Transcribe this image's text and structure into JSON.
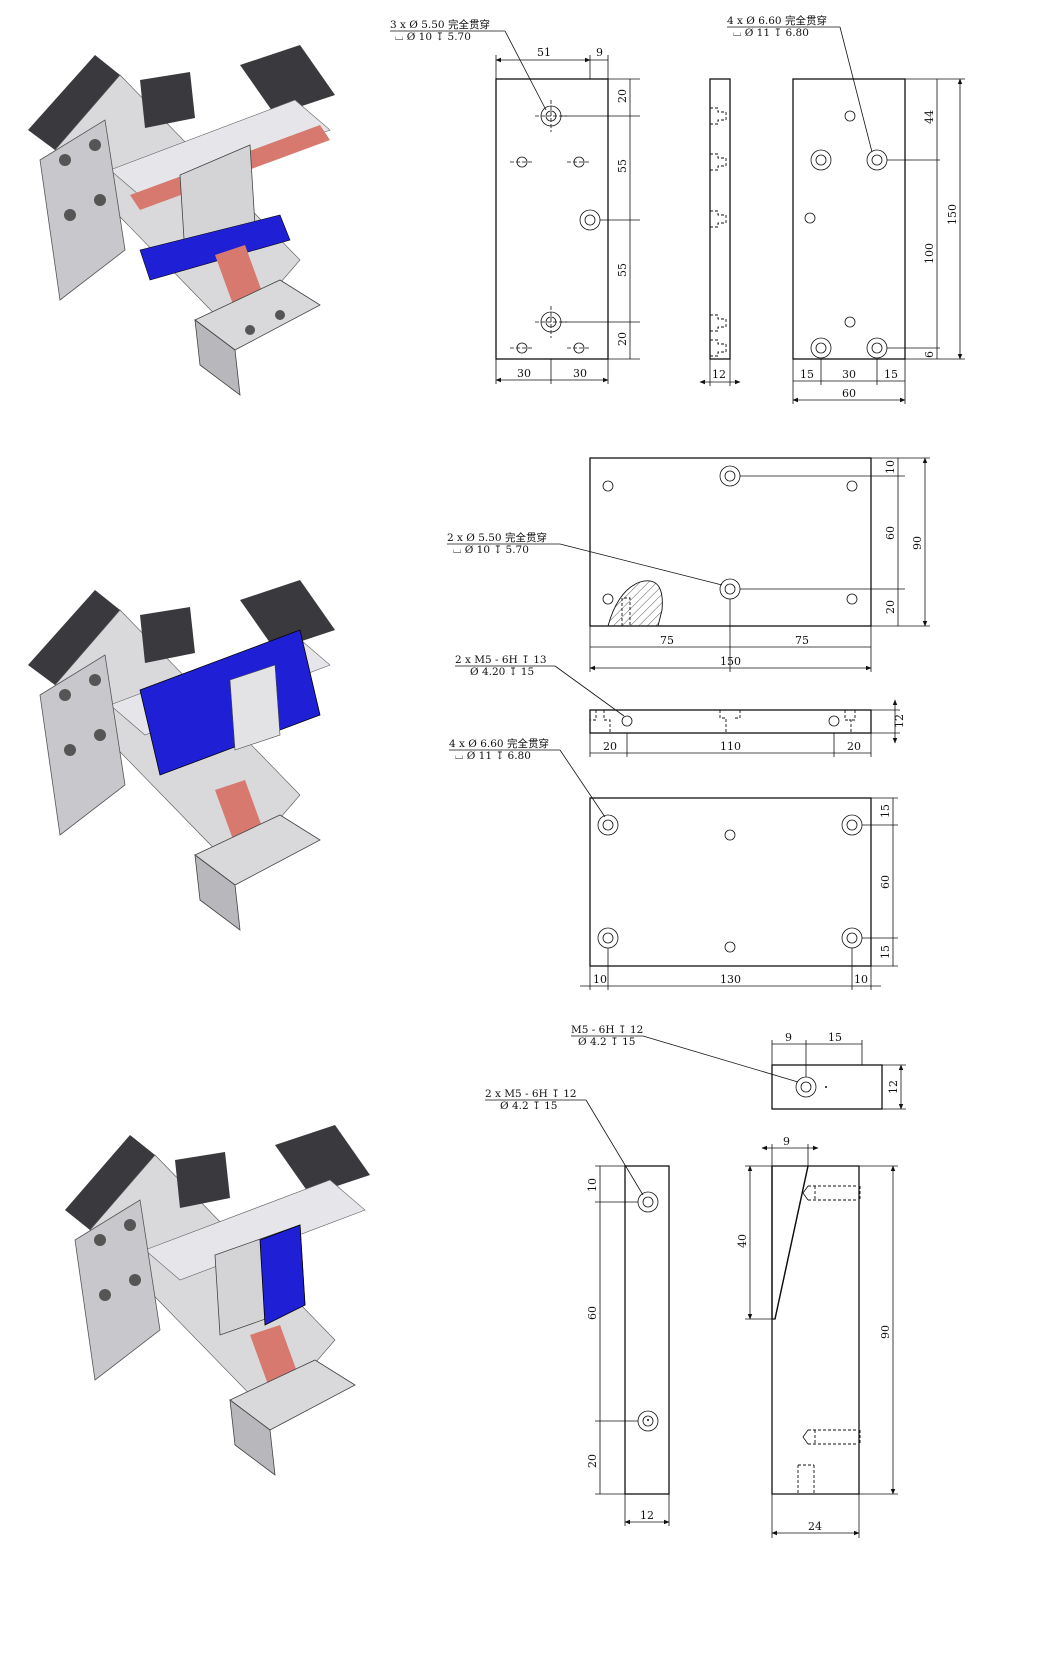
{
  "colors": {
    "line": "#111111",
    "part_highlight": "#1f1fd6",
    "plate_gray": "#c8c8cc",
    "frame_dark": "#3a3a3e",
    "rod_red": "#d8796f",
    "rod_white": "#e6e6ea"
  },
  "icons": {
    "depth": "depth-symbol-icon",
    "counterbore": "counterbore-symbol-icon",
    "diameter": "diameter-symbol-icon"
  },
  "part1": {
    "note_front": {
      "line1": "3 x Ø 5.50 完全贯穿",
      "line2": "⌴ Ø 10 ↧ 5.70"
    },
    "note_back": {
      "line1": "4 x Ø 6.60 完全贯穿",
      "line2": "⌴ Ø 11 ↧ 6.80"
    },
    "dims": {
      "top_51": "51",
      "top_9": "9",
      "right_20a": "20",
      "right_55a": "55",
      "right_55b": "55",
      "right_20b": "20",
      "bottom_30a": "30",
      "bottom_30b": "30",
      "side_12": "12",
      "back_44": "44",
      "back_100": "100",
      "back_6": "6",
      "back_150": "150",
      "back_15a": "15",
      "back_30": "30",
      "back_15b": "15",
      "back_60": "60"
    }
  },
  "part2": {
    "note_top": {
      "line1": "2 x Ø 5.50 完全贯穿",
      "line2": "⌴ Ø 10 ↧ 5.70"
    },
    "note_side": {
      "line1": "2 x M5 - 6H ↧ 13",
      "line2": "Ø 4.20 ↧ 15"
    },
    "note_bottom": {
      "line1": "4 x Ø 6.60 完全贯穿",
      "line2": "⌴ Ø 11 ↧ 6.80"
    },
    "dims": {
      "top_10": "10",
      "top_60": "60",
      "top_20": "20",
      "top_90": "90",
      "top_75a": "75",
      "top_75b": "75",
      "top_150": "150",
      "side_20a": "20",
      "side_110": "110",
      "side_20b": "20",
      "side_12": "12",
      "bot_15a": "15",
      "bot_60": "60",
      "bot_15b": "15",
      "bot_10a": "10",
      "bot_130": "130",
      "bot_10b": "10"
    }
  },
  "part3": {
    "note_small": {
      "line1": "M5 - 6H ↧ 12",
      "line2": "Ø 4.2 ↧ 15"
    },
    "note_front": {
      "line1": "2 x M5 - 6H ↧ 12",
      "line2": "Ø 4.2 ↧ 15"
    },
    "dims": {
      "small_9": "9",
      "small_15": "15",
      "small_12": "12",
      "front_10": "10",
      "front_60": "60",
      "front_20": "20",
      "front_12": "12",
      "side_9": "9",
      "side_40": "40",
      "side_90": "90",
      "side_24": "24"
    }
  }
}
